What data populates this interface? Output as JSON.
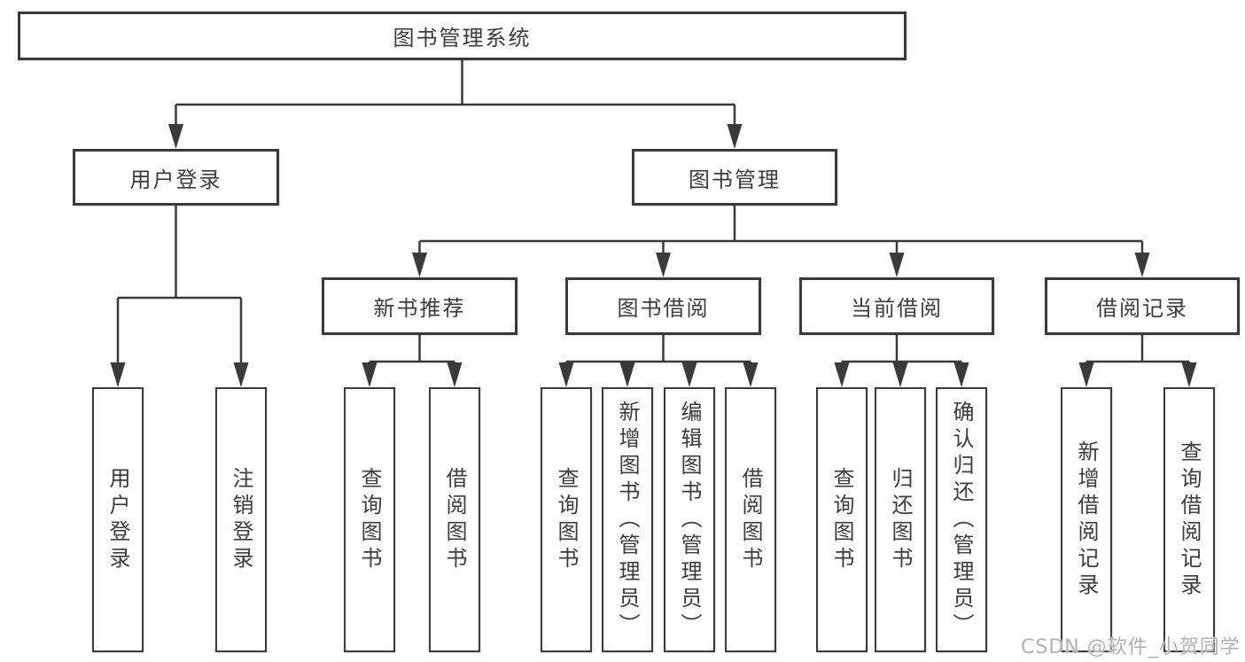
{
  "diagram": {
    "type": "functional-structure-tree",
    "nodes": {
      "root": {
        "label": "图书管理系统"
      },
      "level2": [
        {
          "label": "用户登录",
          "parent": "图书管理系统"
        },
        {
          "label": "图书管理",
          "parent": "图书管理系统"
        }
      ],
      "level3": [
        {
          "label": "新书推荐",
          "parent": "图书管理"
        },
        {
          "label": "图书借阅",
          "parent": "图书管理"
        },
        {
          "label": "当前借阅",
          "parent": "图书管理"
        },
        {
          "label": "借阅记录",
          "parent": "图书管理"
        }
      ],
      "leaves": [
        {
          "label": "用户登录",
          "parent": "用户登录"
        },
        {
          "label": "注销登录",
          "parent": "用户登录"
        },
        {
          "label": "查询图书",
          "parent": "新书推荐"
        },
        {
          "label": "借阅图书",
          "parent": "新书推荐"
        },
        {
          "label": "查询图书",
          "parent": "图书借阅"
        },
        {
          "label": "新增图书（管理员）",
          "parent": "图书借阅"
        },
        {
          "label": "编辑图书（管理员）",
          "parent": "图书借阅"
        },
        {
          "label": "借阅图书",
          "parent": "图书借阅"
        },
        {
          "label": "查询图书",
          "parent": "当前借阅"
        },
        {
          "label": "归还图书",
          "parent": "当前借阅"
        },
        {
          "label": "确认归还（管理员）",
          "parent": "当前借阅"
        },
        {
          "label": "新增借阅记录",
          "parent": "借阅记录"
        },
        {
          "label": "查询借阅记录",
          "parent": "借阅记录"
        }
      ]
    },
    "colors": {
      "stroke": "#3a3a3a",
      "text": "#3c3c3c",
      "background": "#ffffff",
      "watermark": "#b2b2b2"
    },
    "watermark": {
      "text": "CSDN @软件_小贺同学"
    }
  }
}
